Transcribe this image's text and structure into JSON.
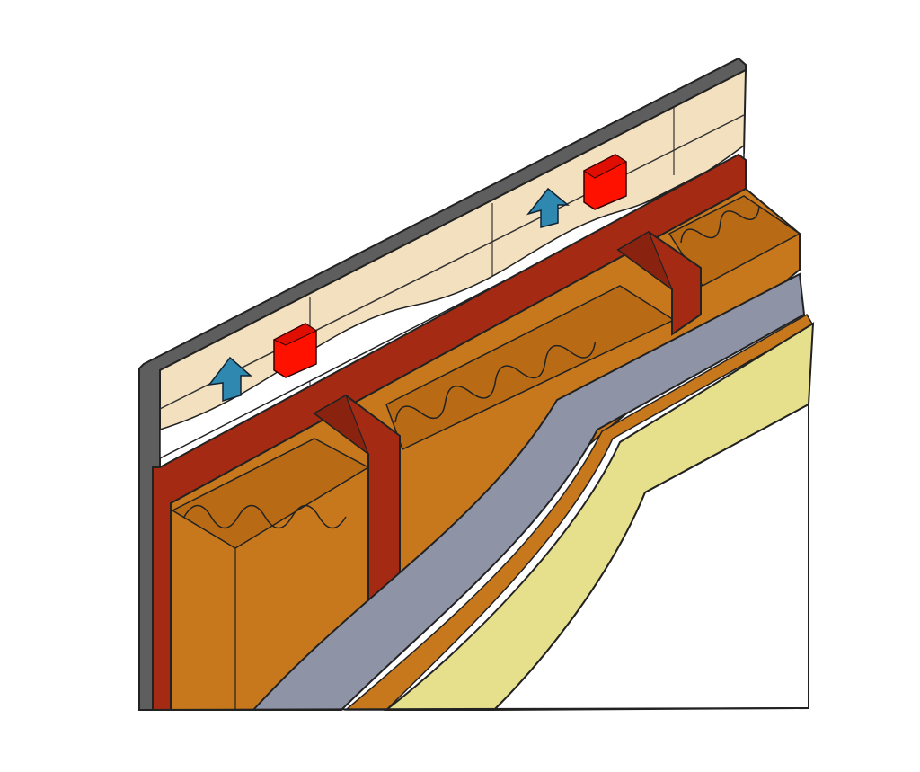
{
  "diagram": {
    "type": "wall-assembly-cutaway",
    "layers": [
      {
        "name": "exterior-cladding",
        "color": "#5e5e5e"
      },
      {
        "name": "sheathing-board",
        "color": "#f2e0bf"
      },
      {
        "name": "air-gap",
        "color": "#ffffff"
      },
      {
        "name": "weather-barrier",
        "color": "#a52a14"
      },
      {
        "name": "cavity-insulation",
        "color": "#c8781c"
      },
      {
        "name": "framing-studs",
        "color": "#a52a14"
      },
      {
        "name": "vapor-retarder",
        "color": "#8f93a6"
      },
      {
        "name": "interior-board",
        "color": "#e6df8c"
      }
    ],
    "airflow_arrows": 2,
    "airflow_arrow_color": "#2e88b0",
    "heat_markers": 2,
    "heat_marker_color": "#ff1100",
    "insulation_segments": 3
  }
}
